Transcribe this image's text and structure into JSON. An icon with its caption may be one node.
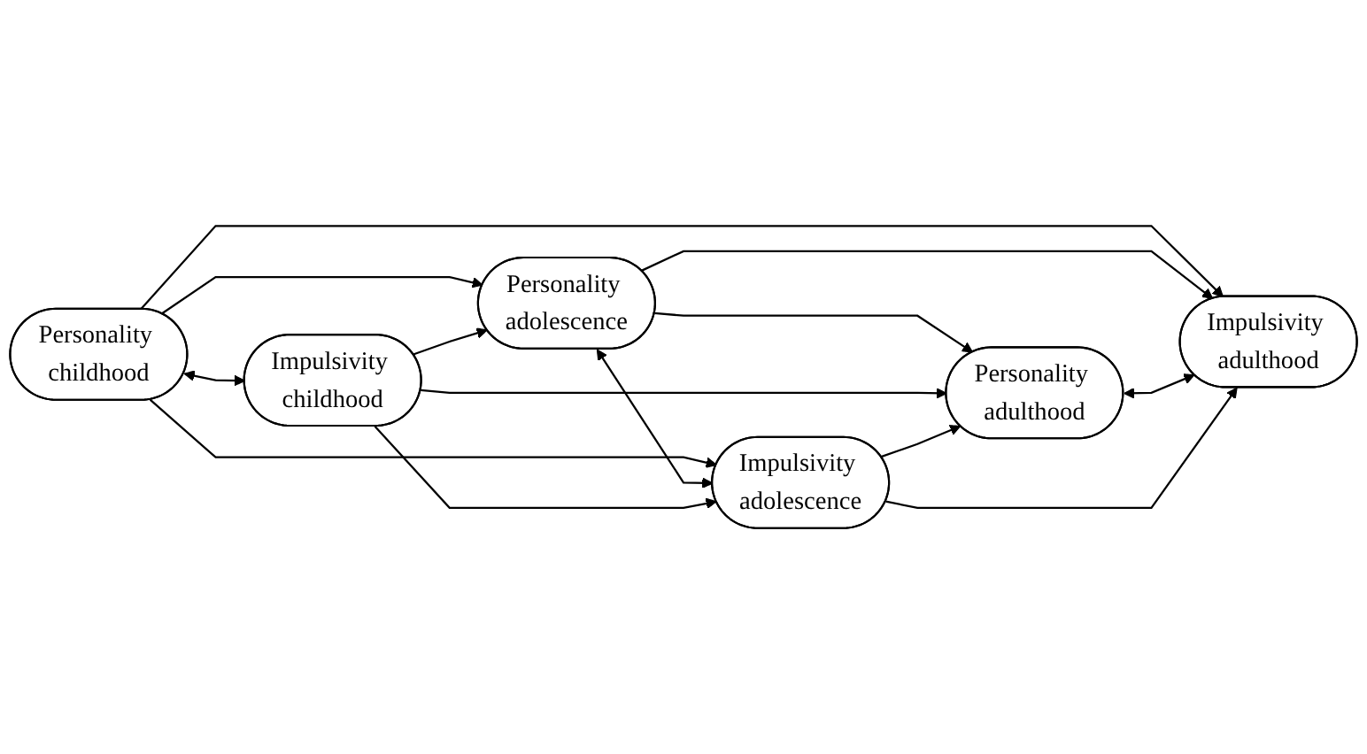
{
  "diagram": {
    "nodes": [
      {
        "text": [
          "Personality childhood"
        ]
      },
      {
        "text": [
          "Personality adolescence"
        ]
      },
      {
        "text": [
          "Personality adulthood"
        ]
      },
      {
        "text": [
          "Impulsivity childhood"
        ]
      },
      {
        "text": [
          "Impulsivity adolescence"
        ]
      },
      {
        "text": [
          "Impulsivity adulthood"
        ]
      }
    ],
    "edges": [
      {
        "from": 0,
        "to": 1,
        "arrow": "to"
      },
      {
        "from": 1,
        "to": 2,
        "arrow": "to"
      },
      {
        "from": 0,
        "to": 3,
        "arrow": "both"
      },
      {
        "from": 0,
        "to": 4,
        "arrow": "to"
      },
      {
        "from": 0,
        "to": 5,
        "arrow": "to"
      },
      {
        "from": 3,
        "to": 1,
        "arrow": "to"
      },
      {
        "from": 1,
        "to": 4,
        "arrow": "both"
      },
      {
        "from": 3,
        "to": 2,
        "arrow": "to"
      },
      {
        "from": 1,
        "to": 5,
        "arrow": "to"
      },
      {
        "from": 4,
        "to": 2,
        "arrow": "to"
      },
      {
        "from": 2,
        "to": 5,
        "arrow": "both"
      },
      {
        "from": 3,
        "to": 4,
        "arrow": "to"
      },
      {
        "from": 4,
        "to": 5,
        "arrow": "to"
      }
    ]
  }
}
